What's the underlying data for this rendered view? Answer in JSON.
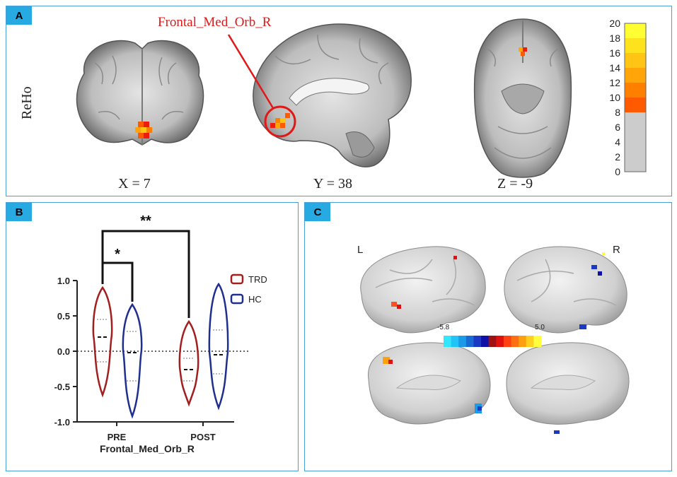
{
  "panel_a": {
    "tag": "A",
    "side_label": "ReHo",
    "callout": "Frontal_Med_Orb_R",
    "coords": [
      "X = 7",
      "Y = 38",
      "Z = -9"
    ],
    "colorbar": {
      "ticks": [
        "20",
        "18",
        "16",
        "14",
        "12",
        "10",
        "8",
        "6",
        "4",
        "2",
        "0"
      ],
      "colors": [
        "#ffff33",
        "#ffe21e",
        "#ffc414",
        "#ffa50a",
        "#ff8000",
        "#ff5a00",
        "#ee1c0a",
        "#cccccc"
      ]
    }
  },
  "panel_b": {
    "tag": "B",
    "significance": [
      "**",
      "*"
    ],
    "legend": [
      {
        "label": "TRD",
        "color": "#a31f1f"
      },
      {
        "label": "HC",
        "color": "#1f2f8f"
      }
    ]
  },
  "panel_c": {
    "tag": "C",
    "left_label": "L",
    "right_label": "R",
    "scale_min": "-5.8",
    "scale_max": "5.0",
    "scale_colors": [
      "#33e6ff",
      "#22c4f5",
      "#1a9ae8",
      "#1a6ad6",
      "#1a3ac4",
      "#1010a8",
      "#a01010",
      "#e01010",
      "#ff4010",
      "#ff7010",
      "#ffa010",
      "#ffd020",
      "#ffff40"
    ]
  },
  "chart_data": {
    "type": "violin",
    "title": "",
    "xlabel": "Frontal_Med_Orb_R",
    "ylabel": "",
    "categories": [
      "PRE",
      "POST"
    ],
    "ylim": [
      -1.0,
      1.0
    ],
    "yticks": [
      "1.0",
      "0.5",
      "0.0",
      "-0.5",
      "-1.0"
    ],
    "series": [
      {
        "name": "TRD",
        "range": [
          [
            -0.62,
            0.9
          ],
          [
            -0.75,
            0.42
          ]
        ],
        "median": [
          0.2,
          -0.26
        ],
        "quartiles": [
          [
            -0.15,
            0.45
          ],
          [
            -0.42,
            -0.1
          ]
        ]
      },
      {
        "name": "HC",
        "range": [
          [
            -0.92,
            0.66
          ],
          [
            -0.8,
            0.95
          ]
        ],
        "median": [
          -0.02,
          -0.05
        ],
        "quartiles": [
          [
            -0.42,
            0.28
          ],
          [
            -0.32,
            0.3
          ]
        ]
      }
    ],
    "significance": [
      {
        "label": "*",
        "between": [
          "PRE TRD",
          "PRE HC"
        ]
      },
      {
        "label": "**",
        "between": [
          "PRE TRD",
          "POST TRD"
        ]
      }
    ]
  }
}
